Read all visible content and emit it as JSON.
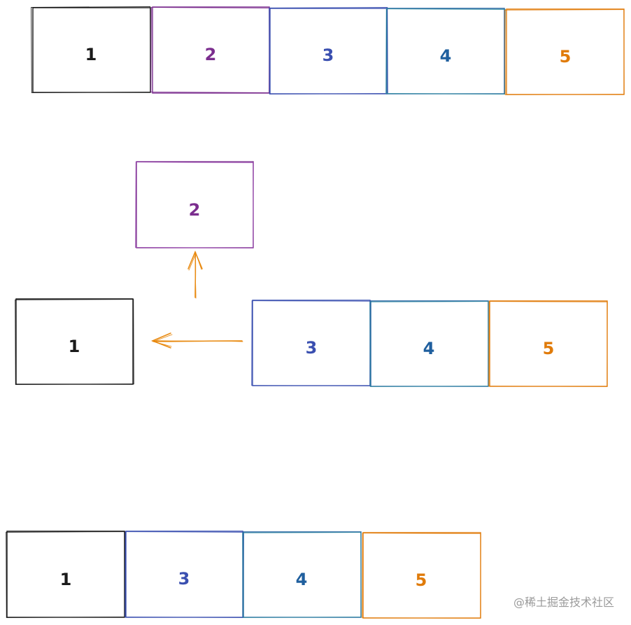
{
  "colors": {
    "box1": "#1a1a1a",
    "box2": "#7b2d8e",
    "box3": "#3a4fb0",
    "box4": "#1f5f9e",
    "box5": "#e07b0a",
    "arrow": "#e8890f"
  },
  "rows": {
    "row1": {
      "labels": [
        "1",
        "2",
        "3",
        "4",
        "5"
      ]
    },
    "row2": {
      "lifted": {
        "label": "2"
      },
      "moved_left": {
        "label": "1"
      },
      "remaining": {
        "labels": [
          "3",
          "4",
          "5"
        ]
      }
    },
    "row3": {
      "labels": [
        "1",
        "3",
        "4",
        "5"
      ]
    }
  },
  "watermark": "@稀土掘金技术社区"
}
